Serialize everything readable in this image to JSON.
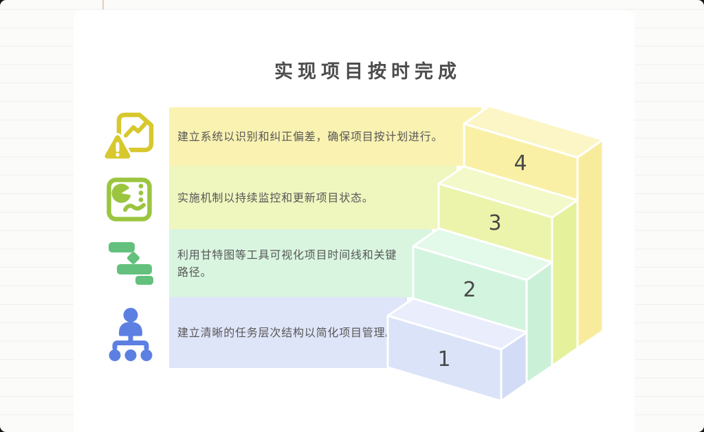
{
  "title": "实现项目按时完成",
  "rows": [
    {
      "step": "4",
      "text": "建立系统以识别和纠正偏差，确保项目按计划进行。",
      "icon": "trend-report-alert",
      "colors": {
        "band": "#FAF2B1",
        "front": "#FAF0A5",
        "top": "#FCF6C7",
        "side": "#F8EC9C",
        "icon": "#D7C82E"
      }
    },
    {
      "step": "3",
      "text": "实施机制以持续监控和更新项目状态。",
      "icon": "monitoring-dashboard",
      "colors": {
        "band": "#EFF6BE",
        "front": "#EBF4AA",
        "top": "#F3F9C8",
        "side": "#E6F19C",
        "icon": "#9BC53F"
      }
    },
    {
      "step": "2",
      "text": "利用甘特图等工具可视化项目时间线和关键路径。",
      "icon": "gantt-chart",
      "colors": {
        "band": "#D9F5DF",
        "front": "#D3F4DF",
        "top": "#E3F9EA",
        "side": "#CBF0D8",
        "icon": "#63C17D"
      }
    },
    {
      "step": "1",
      "text": "建立清晰的任务层次结构以简化项目管理。",
      "icon": "org-hierarchy",
      "colors": {
        "band": "#DFE5F9",
        "front": "#DBE3F8",
        "top": "#E9EDFC",
        "side": "#D3DCF6",
        "icon": "#5C80E1"
      }
    }
  ]
}
